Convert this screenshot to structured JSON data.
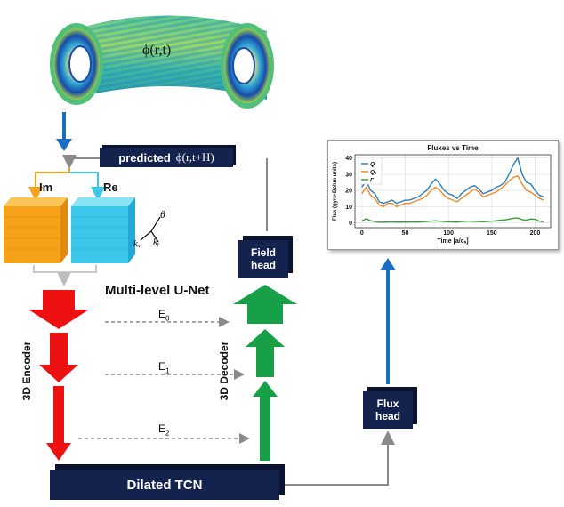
{
  "torus": {
    "label": "ϕ(r,t)"
  },
  "predicted_bar": {
    "label": "predicted",
    "math": "ϕ(r,t+H)"
  },
  "branches": {
    "im": "Im",
    "re": "Re"
  },
  "axes_glyph": {
    "theta": "θ",
    "kx": "kₓ",
    "ky": "kᵧ"
  },
  "unet": {
    "title": "Multi-level U-Net",
    "encoder_label": "3D Encoder",
    "decoder_label": "3D Decoder",
    "skips": [
      {
        "main": "E",
        "sub": "0"
      },
      {
        "main": "E",
        "sub": "1"
      },
      {
        "main": "E",
        "sub": "2"
      }
    ]
  },
  "field_head": {
    "line1": "Field",
    "line2": "head"
  },
  "flux_head": {
    "line1": "Flux",
    "line2": "head"
  },
  "tcn": {
    "label": "Dilated TCN"
  },
  "colors": {
    "navy": "#14224e",
    "encoder_red": "#ee1111",
    "decoder_green": "#18a048",
    "arrow_blue": "#1a6fc4",
    "im_orange": "#f5a21a",
    "re_cyan": "#3cc6ea"
  },
  "chart_data": {
    "type": "line",
    "title": "Fluxes vs Time",
    "xlabel": "Time  [a/cₛ]",
    "ylabel": "Flux (gyro-Bohm units)",
    "xlim": [
      -8,
      218
    ],
    "ylim": [
      -3,
      42
    ],
    "xticks": [
      0,
      50,
      100,
      150,
      200
    ],
    "yticks": [
      0,
      10,
      20,
      30,
      40
    ],
    "grid": true,
    "legend_position": "top-left",
    "x": [
      0,
      5,
      10,
      15,
      20,
      25,
      30,
      35,
      40,
      45,
      50,
      55,
      60,
      65,
      70,
      75,
      80,
      85,
      90,
      95,
      100,
      105,
      110,
      115,
      120,
      125,
      130,
      135,
      140,
      145,
      150,
      155,
      160,
      165,
      170,
      175,
      180,
      185,
      190,
      195,
      200,
      205,
      210
    ],
    "series": [
      {
        "name": "Qᵢ",
        "color": "#2f7ebb",
        "values": [
          22,
          26,
          20,
          18,
          13,
          12,
          13,
          14,
          12,
          13,
          14,
          14,
          15,
          16,
          18,
          20,
          24,
          27,
          24,
          20,
          18,
          17,
          15,
          18,
          20,
          22,
          23,
          21,
          18,
          19,
          20,
          22,
          23,
          25,
          30,
          36,
          40,
          30,
          25,
          24,
          20,
          17,
          16
        ]
      },
      {
        "name": "Qₑ",
        "color": "#f08a24",
        "values": [
          18,
          22,
          17,
          15,
          11,
          10,
          12,
          12,
          10,
          11,
          12,
          12,
          13,
          14,
          15,
          17,
          20,
          22,
          20,
          17,
          15,
          14,
          13,
          15,
          17,
          19,
          21,
          19,
          16,
          17,
          18,
          19,
          21,
          23,
          26,
          28,
          29,
          24,
          20,
          19,
          17,
          15,
          14
        ]
      },
      {
        "name": "Γ",
        "color": "#3a9e3a",
        "values": [
          1.2,
          2.5,
          1.3,
          0.8,
          0.4,
          0.4,
          0.5,
          0.6,
          0.4,
          0.5,
          0.5,
          0.5,
          0.6,
          0.5,
          0.7,
          0.8,
          1.1,
          1.3,
          1.0,
          0.8,
          0.7,
          0.6,
          0.5,
          0.8,
          1.0,
          1.0,
          0.9,
          0.8,
          0.7,
          0.9,
          1.0,
          1.3,
          1.6,
          1.8,
          2.3,
          2.8,
          3.0,
          2.0,
          1.6,
          2.4,
          2.2,
          1.0,
          0.6
        ]
      }
    ]
  }
}
